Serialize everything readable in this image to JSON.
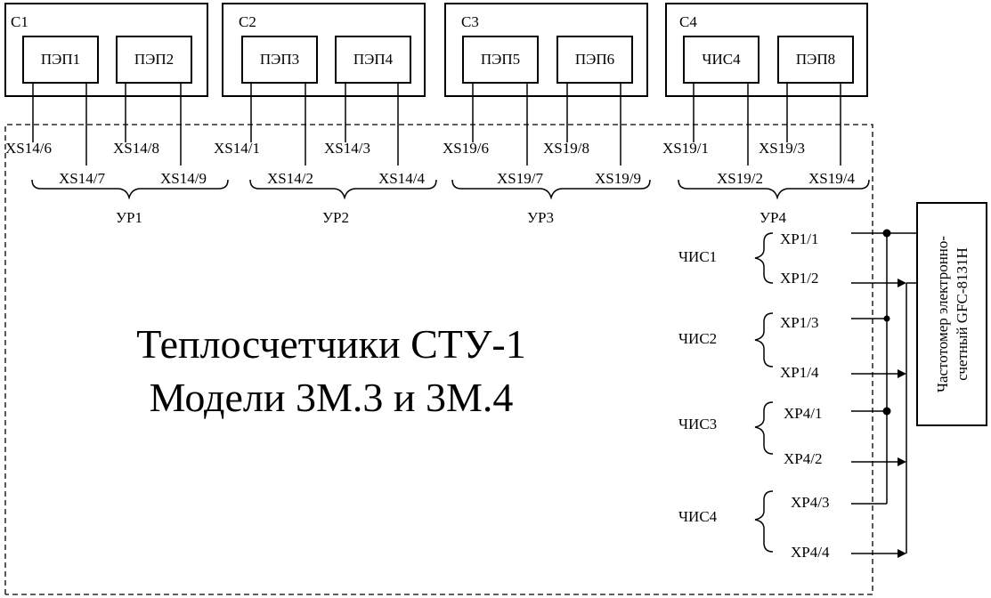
{
  "sensor_groups": [
    {
      "name": "С1",
      "blocks": [
        "ПЭП1",
        "ПЭП2"
      ]
    },
    {
      "name": "С2",
      "blocks": [
        "ПЭП3",
        "ПЭП4"
      ]
    },
    {
      "name": "С3",
      "blocks": [
        "ПЭП5",
        "ПЭП6"
      ]
    },
    {
      "name": "С4",
      "blocks": [
        "ЧИС4",
        "ПЭП8"
      ]
    }
  ],
  "connectors": [
    [
      "XS14/6",
      "XS14/7",
      "XS14/8",
      "XS14/9"
    ],
    [
      "XS14/1",
      "XS14/2",
      "XS14/3",
      "XS14/4"
    ],
    [
      "XS19/6",
      "XS19/7",
      "XS19/8",
      "XS19/9"
    ],
    [
      "XS19/1",
      "XS19/2",
      "XS19/3",
      "XS19/4"
    ]
  ],
  "brace_labels": [
    "УР1",
    "УР2",
    "УР3",
    "УР4"
  ],
  "title_lines": [
    "Теплосчетчики СТУ-1",
    "Модели 3М.3 и 3М.4"
  ],
  "outputs": [
    {
      "name": "ЧИС1",
      "pins": [
        "XP1/1",
        "XP1/2"
      ]
    },
    {
      "name": "ЧИС2",
      "pins": [
        "XP1/3",
        "XP1/4"
      ]
    },
    {
      "name": "ЧИС3",
      "pins": [
        "XP4/1",
        "XP4/2"
      ]
    },
    {
      "name": "ЧИС4",
      "pins": [
        "XP4/3",
        "XP4/4"
      ]
    }
  ],
  "meter": {
    "line1": "Частотомер электронно-",
    "line2": "счетный GFC-8131Н"
  }
}
